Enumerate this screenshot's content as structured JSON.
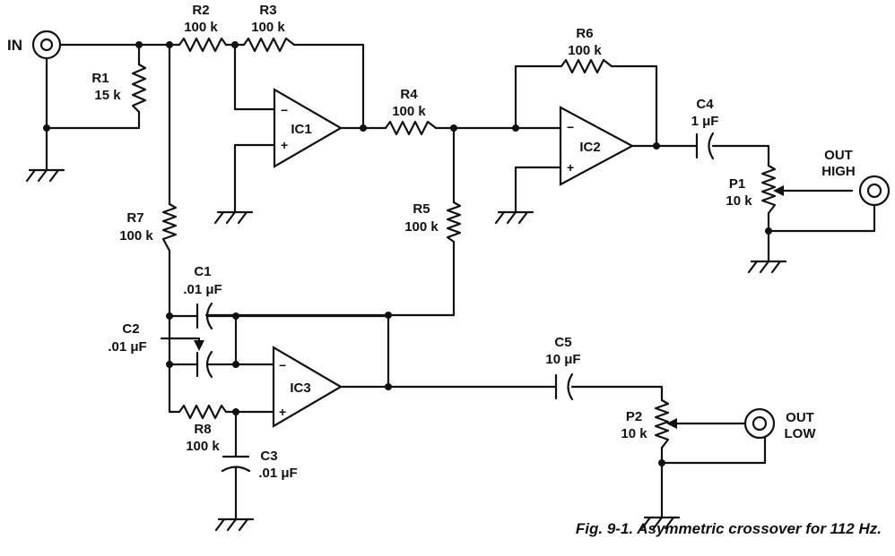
{
  "labels": {
    "in": "IN",
    "out_high_1": "OUT",
    "out_high_2": "HIGH",
    "out_low_1": "OUT",
    "out_low_2": "LOW"
  },
  "components": {
    "r1": {
      "name": "R1",
      "value": "15 k"
    },
    "r2": {
      "name": "R2",
      "value": "100 k"
    },
    "r3": {
      "name": "R3",
      "value": "100 k"
    },
    "r4": {
      "name": "R4",
      "value": "100 k"
    },
    "r5": {
      "name": "R5",
      "value": "100 k"
    },
    "r6": {
      "name": "R6",
      "value": "100 k"
    },
    "r7": {
      "name": "R7",
      "value": "100 k"
    },
    "r8": {
      "name": "R8",
      "value": "100 k"
    },
    "c1": {
      "name": "C1",
      "value": ".01 μF"
    },
    "c2": {
      "name": "C2",
      "value": ".01 μF"
    },
    "c3": {
      "name": "C3",
      "value": ".01 μF"
    },
    "c4": {
      "name": "C4",
      "value": "1 μF"
    },
    "c5": {
      "name": "C5",
      "value": "10 μF"
    },
    "p1": {
      "name": "P1",
      "value": "10 k"
    },
    "p2": {
      "name": "P2",
      "value": "10 k"
    },
    "ic1": {
      "name": "IC1"
    },
    "ic2": {
      "name": "IC2"
    },
    "ic3": {
      "name": "IC3"
    }
  },
  "signs": {
    "minus": "−",
    "plus": "+"
  },
  "caption": "Fig. 9-1. Asymmetric crossover for 112 Hz."
}
